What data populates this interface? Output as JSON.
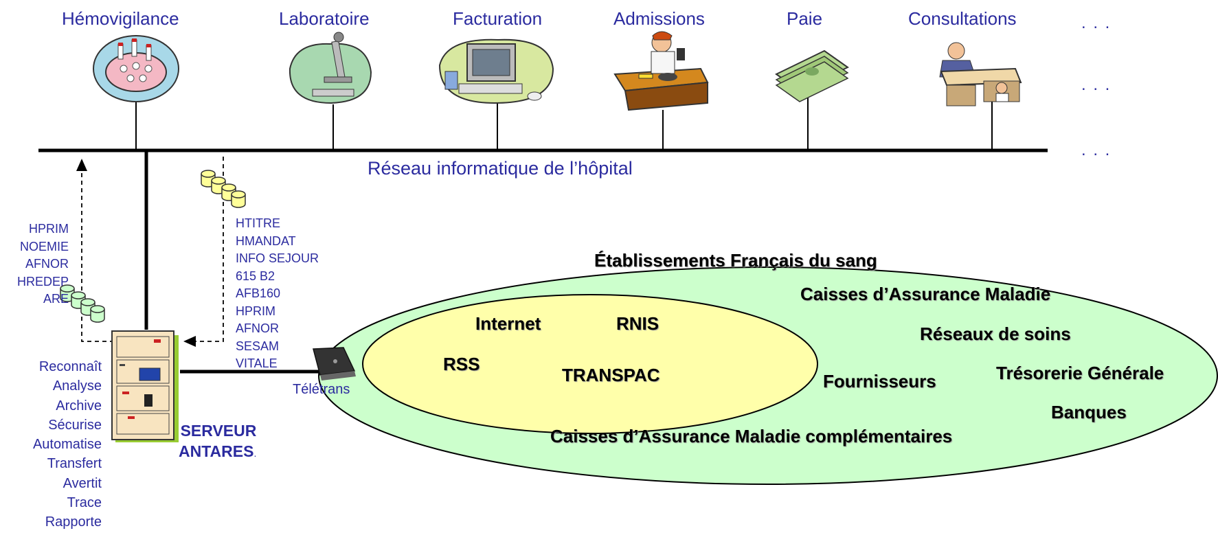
{
  "departments": [
    {
      "label": "Hémovigilance",
      "icon": "blood-sample-icon"
    },
    {
      "label": "Laboratoire",
      "icon": "microscope-icon"
    },
    {
      "label": "Facturation",
      "icon": "computer-icon"
    },
    {
      "label": "Admissions",
      "icon": "receptionist-icon"
    },
    {
      "label": "Paie",
      "icon": "money-icon"
    },
    {
      "label": "Consultations",
      "icon": "office-desk-icon"
    }
  ],
  "ellipsis": ". . .",
  "network_label": "Réseau informatique de l’hôpital",
  "left_protocols": [
    "HPRIM",
    "NOEMIE",
    "AFNOR",
    "HREDEP",
    "ARE"
  ],
  "right_protocols": [
    "HTITRE",
    "HMANDAT",
    "INFO SEJOUR",
    "615 B2",
    "AFB160",
    "HPRIM",
    "AFNOR",
    "SESAM",
    "VITALE"
  ],
  "server": {
    "line1": "SERVEUR",
    "line2": "ANTARES",
    "suffix": "."
  },
  "server_actions": [
    "Reconnaît",
    "Analyse",
    "Archive",
    "Sécurise",
    "Automatise",
    "Transfert",
    "Avertit",
    "Trace",
    "Rapporte"
  ],
  "modem_label": "Télétrans",
  "inner_networks": {
    "internet": "Internet",
    "rnis": "RNIS",
    "rss": "RSS",
    "transpac": "TRANSPAC"
  },
  "outer_partners": {
    "efs": "Établissements Français du sang",
    "cam": "Caisses d’Assurance Maladie",
    "reseaux": "Réseaux de soins",
    "tresorerie": "Trésorerie Générale",
    "fournisseurs": "Fournisseurs",
    "banques": "Banques",
    "camc": "Caisses d’Assurance Maladie complémentaires"
  },
  "colors": {
    "label_blue": "#2b2b9f",
    "outer_ellipse": "#ccffcc",
    "inner_ellipse": "#ffffaa",
    "database": "#ffff99"
  }
}
